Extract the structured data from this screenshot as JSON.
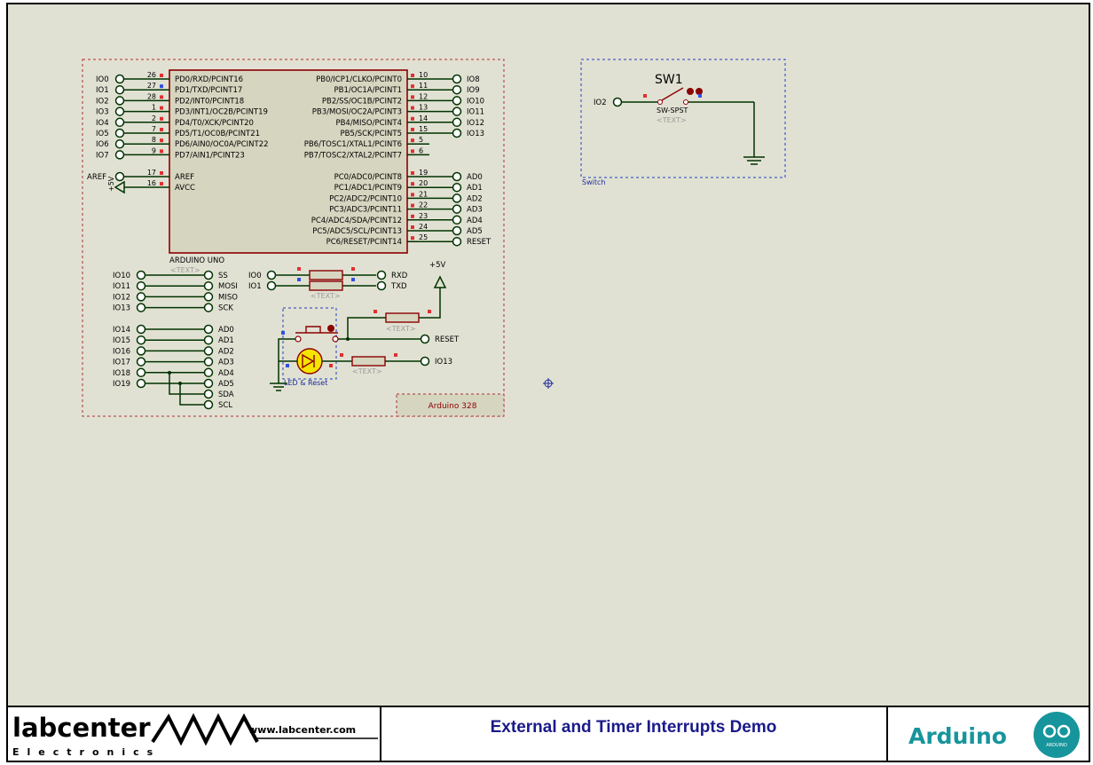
{
  "title_block": {
    "brand_name": "labcenter",
    "brand_sub": "Electronics",
    "brand_url": "www.labcenter.com",
    "project_title": "External and Timer Interrupts Demo",
    "right_label": "Arduino",
    "logo_text": "ARDUINO"
  },
  "chip": {
    "name": "ARDUINO UNO",
    "text_placeholder": "<TEXT>",
    "left_pins": [
      {
        "net": "IO0",
        "num": "26",
        "label": "PD0/RXD/PCINT16"
      },
      {
        "net": "IO1",
        "num": "27",
        "label": "PD1/TXD/PCINT17"
      },
      {
        "net": "IO2",
        "num": "28",
        "label": "PD2/INT0/PCINT18"
      },
      {
        "net": "IO3",
        "num": "1",
        "label": "PD3/INT1/OC2B/PCINT19"
      },
      {
        "net": "IO4",
        "num": "2",
        "label": "PD4/T0/XCK/PCINT20"
      },
      {
        "net": "IO5",
        "num": "7",
        "label": "PD5/T1/OC0B/PCINT21"
      },
      {
        "net": "IO6",
        "num": "8",
        "label": "PD6/AIN0/OC0A/PCINT22"
      },
      {
        "net": "IO7",
        "num": "9",
        "label": "PD7/AIN1/PCINT23"
      }
    ],
    "power_pins": [
      {
        "net": "AREF",
        "num": "17",
        "label": "AREF"
      },
      {
        "net": "",
        "num": "16",
        "label": "AVCC"
      }
    ],
    "power_symbol": "+5V",
    "right_pins_b": [
      {
        "net": "IO8",
        "num": "10",
        "label": "PB0/ICP1/CLKO/PCINT0"
      },
      {
        "net": "IO9",
        "num": "11",
        "label": "PB1/OC1A/PCINT1"
      },
      {
        "net": "IO10",
        "num": "12",
        "label": "PB2/SS/OC1B/PCINT2"
      },
      {
        "net": "IO11",
        "num": "13",
        "label": "PB3/MOSI/OC2A/PCINT3"
      },
      {
        "net": "IO12",
        "num": "14",
        "label": "PB4/MISO/PCINT4"
      },
      {
        "net": "IO13",
        "num": "15",
        "label": "PB5/SCK/PCINT5"
      },
      {
        "net": "",
        "num": "5",
        "label": "PB6/TOSC1/XTAL1/PCINT6"
      },
      {
        "net": "",
        "num": "6",
        "label": "PB7/TOSC2/XTAL2/PCINT7"
      }
    ],
    "right_pins_c": [
      {
        "net": "AD0",
        "num": "19",
        "label": "PC0/ADC0/PCINT8"
      },
      {
        "net": "AD1",
        "num": "20",
        "label": "PC1/ADC1/PCINT9"
      },
      {
        "net": "AD2",
        "num": "21",
        "label": "PC2/ADC2/PCINT10"
      },
      {
        "net": "AD3",
        "num": "22",
        "label": "PC3/ADC3/PCINT11"
      },
      {
        "net": "AD4",
        "num": "23",
        "label": "PC4/ADC4/SDA/PCINT12"
      },
      {
        "net": "AD5",
        "num": "24",
        "label": "PC5/ADC5/SCL/PCINT13"
      },
      {
        "net": "RESET",
        "num": "25",
        "label": "PC6/RESET/PCINT14"
      }
    ]
  },
  "spi_aliases": [
    {
      "left": "IO10",
      "right": "SS"
    },
    {
      "left": "IO11",
      "right": "MOSI"
    },
    {
      "left": "IO12",
      "right": "MISO"
    },
    {
      "left": "IO13",
      "right": "SCK"
    }
  ],
  "analog_aliases": [
    {
      "left": "IO14",
      "right": "AD0"
    },
    {
      "left": "IO15",
      "right": "AD1"
    },
    {
      "left": "IO16",
      "right": "AD2"
    },
    {
      "left": "IO17",
      "right": "AD3"
    },
    {
      "left": "IO18",
      "right": "AD4"
    },
    {
      "left": "IO19",
      "right": "AD5"
    }
  ],
  "i2c_labels": [
    "SDA",
    "SCL"
  ],
  "uart": {
    "left": [
      "IO0",
      "IO1"
    ],
    "right": [
      "RXD",
      "TXD"
    ],
    "text_placeholder": "<TEXT>"
  },
  "reset_led": {
    "supply": "+5V",
    "reset_label": "RESET",
    "io_label": "IO13",
    "group_label": "LED & Reset",
    "resistor_text_1": "<TEXT>",
    "resistor_text_2": "<TEXT>"
  },
  "block_label": "Arduino 328",
  "switch": {
    "ref": "SW1",
    "type": "SW-SPST",
    "text_placeholder": "<TEXT>",
    "net": "IO2",
    "group_label": "Switch"
  },
  "colors": {
    "sheet": "#e1e1d3",
    "chip_fill": "#d6d5c0",
    "chip_border": "#8b0000",
    "wire": "#003300",
    "dashed_red": "#b03030",
    "dashed_blue": "#2040c0",
    "title_text": "#1a1a8a",
    "arduino_teal": "#17959c"
  }
}
